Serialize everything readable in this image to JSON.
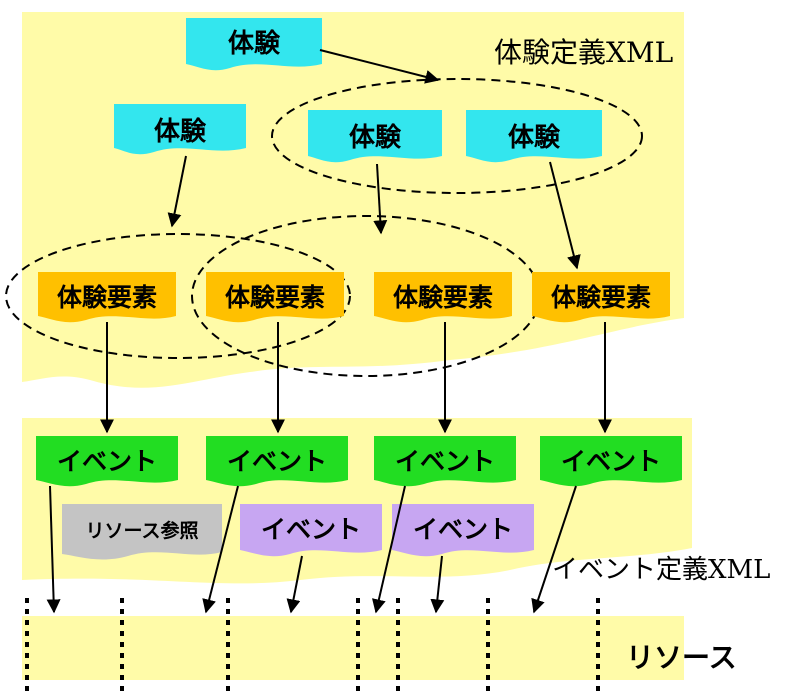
{
  "labels": {
    "experience_xml": "体験定義XML",
    "event_xml": "イベント定義XML",
    "resource": "リソース"
  },
  "experiences": [
    "体験",
    "体験",
    "体験",
    "体験"
  ],
  "experience_elements": [
    "体験要素",
    "体験要素",
    "体験要素",
    "体験要素"
  ],
  "events": [
    "イベント",
    "イベント",
    "イベント",
    "イベント"
  ],
  "secondary_events": [
    "イベント",
    "イベント"
  ],
  "resource_reference": "リソース参照",
  "colors": {
    "background_region": "#FFFBA8",
    "experience": "#33E6EE",
    "experience_element": "#FFC000",
    "event": "#22DD22",
    "secondary_event": "#C7A6F2",
    "resource_reference": "#C4C4C4",
    "resource_band": "#FFFBA8"
  }
}
